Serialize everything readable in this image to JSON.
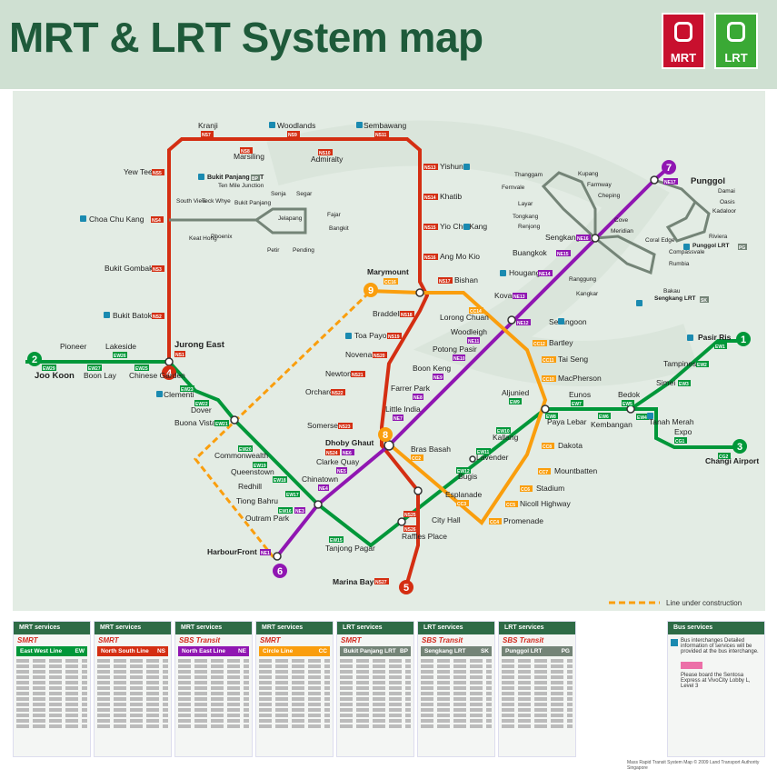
{
  "header": {
    "title": "MRT & LRT System map",
    "logo_mrt": "MRT",
    "logo_lrt": "LRT",
    "colors": {
      "mrt": "#c8102e",
      "lrt": "#3aa935",
      "band": "#cfe0d2"
    }
  },
  "lines": {
    "ew": {
      "color": "#009739"
    },
    "ns": {
      "color": "#d42e12"
    },
    "ne": {
      "color": "#9016b2"
    },
    "cc": {
      "color": "#fa9e0d"
    },
    "lrt": {
      "color": "#748477"
    }
  },
  "circles": {
    "c1": "1",
    "c2": "2",
    "c3": "3",
    "c4": "4",
    "c5": "5",
    "c6": "6",
    "c7": "7",
    "c8": "8",
    "c9": "9"
  },
  "labels": {
    "kranji": "Kranji",
    "kranji_c": "NS7",
    "woodlands": "Woodlands",
    "woodlands_c": "NS9",
    "sembawang": "Sembawang",
    "sembawang_c": "NS11",
    "marsiling": "Marsiling",
    "marsiling_c": "NS8",
    "admiralty": "Admiralty",
    "admiralty_c": "NS10",
    "yewtee": "Yew Tee",
    "yewtee_c": "NS5",
    "yishun": "Yishun",
    "yishun_c": "NS13",
    "khatib": "Khatib",
    "khatib_c": "NS14",
    "yiochukang": "Yio Chu Kang",
    "yiochukang_c": "NS15",
    "angmokio": "Ang Mo Kio",
    "angmokio_c": "NS16",
    "bishan": "Bishan",
    "bishan_c": "NS17",
    "braddell": "Braddell",
    "braddell_c": "NS18",
    "toapayoh": "Toa Payoh",
    "toapayoh_c": "NS19",
    "novena": "Novena",
    "novena_c": "NS20",
    "newton": "Newton",
    "newton_c": "NS21",
    "orchard": "Orchard",
    "orchard_c": "NS22",
    "somerset": "Somerset",
    "somerset_c": "NS23",
    "dhobyghaut": "Dhoby Ghaut",
    "dhobyghaut_c1": "NS24",
    "dhobyghaut_c2": "NE6",
    "cityhall": "City Hall",
    "cityhall_c": "NS25",
    "rafflesplace": "Raffles Place",
    "rafflesplace_c": "NS26",
    "marinabay": "Marina Bay",
    "marinabay_c": "NS27",
    "bukitgombak": "Bukit Gombak",
    "bukitgombak_c": "NS3",
    "bukitbatok": "Bukit Batok",
    "bukitbatok_c": "NS2",
    "choachukang": "Choa Chu Kang",
    "choachukang_c": "NS4",
    "jurongeast": "Jurong East",
    "jurongeast_c": "NS1",
    "bukitpanjang": "Bukit Panjang LRT",
    "bp": "BP",
    "southview": "South View",
    "teckwhye": "Teck Whye",
    "tenmile": "Ten Mile Junction",
    "bukitpanjangstn": "Bukit Panjang",
    "keathong": "Keat Hong",
    "phoenix": "Phoenix",
    "senja": "Senja",
    "segar": "Segar",
    "jelapang": "Jelapang",
    "fajar": "Fajar",
    "bangkit": "Bangkit",
    "petir": "Petir",
    "pending": "Pending",
    "pioneer": "Pioneer",
    "lakeside": "Lakeside",
    "lakeside_c": "EW26",
    "jookoon": "Joo Koon",
    "jookoon_c": "EW29",
    "boonlay": "Boon Lay",
    "boonlay_c": "EW27",
    "chinesegarden": "Chinese Garden",
    "chinesegarden_c": "EW25",
    "clementi": "Clementi",
    "clementi_c": "EW23",
    "dover": "Dover",
    "dover_c": "EW22",
    "buonavista": "Buona Vista",
    "buonavista_c": "EW21",
    "commonwealth": "Commonwealth",
    "commonwealth_c": "EW20",
    "queenstown": "Queenstown",
    "queenstown_c": "EW19",
    "redhill": "Redhill",
    "redhill_c": "EW18",
    "tiongbahru": "Tiong Bahru",
    "tiongbahru_c": "EW17",
    "outrampark": "Outram Park",
    "outrampark_c1": "EW16",
    "outrampark_c2": "NE3",
    "tanjongpagar": "Tanjong Pagar",
    "tanjongpagar_c": "EW15",
    "harbourfront": "HarbourFront",
    "harbourfront_c": "NE1",
    "chinatown": "Chinatown",
    "chinatown_c": "NE4",
    "clarkequay": "Clarke Quay",
    "clarkequay_c": "NE5",
    "littleindia": "Little India",
    "littleindia_c": "NE7",
    "farrerpark": "Farrer Park",
    "farrerpark_c": "NE8",
    "boonkeng": "Boon Keng",
    "boonkeng_c": "NE9",
    "potongpasir": "Potong Pasir",
    "potongpasir_c": "NE10",
    "woodleigh": "Woodleigh",
    "woodleigh_c": "NE11",
    "serangoon": "Serangoon",
    "serangoon_c": "NE12",
    "kovan": "Kovan",
    "kovan_c": "NE13",
    "hougang": "Hougang",
    "hougang_c": "NE14",
    "buangkok": "Buangkok",
    "buangkok_c": "NE15",
    "sengkang": "Sengkang",
    "sengkang_c": "NE16",
    "punggol": "Punggol",
    "punggol_c": "NE17",
    "marymount": "Marymount",
    "marymount_c": "CC16",
    "lorongchuan": "Lorong Chuan",
    "lorongchuan_c": "CC14",
    "bartley": "Bartley",
    "bartley_c": "CC12",
    "taiseng": "Tai Seng",
    "taiseng_c": "CC11",
    "macpherson": "MacPherson",
    "macpherson_c": "CC10",
    "dakota": "Dakota",
    "dakota_c": "CC8",
    "mountbatten": "Mountbatten",
    "mountbatten_c": "CC7",
    "stadium": "Stadium",
    "stadium_c": "CC6",
    "nicollhighway": "Nicoll Highway",
    "nicollhighway_c": "CC5",
    "promenade": "Promenade",
    "promenade_c": "CC4",
    "esplanade": "Esplanade",
    "esplanade_c": "CC3",
    "brasbasah": "Bras Basah",
    "brasbasah_c": "CC2",
    "bugis": "Bugis",
    "bugis_c": "EW12",
    "lavender": "Lavender",
    "lavender_c": "EW11",
    "kallang": "Kallang",
    "kallang_c": "EW10",
    "aljunied": "Aljunied",
    "aljunied_c": "EW9",
    "payalebar": "Paya Lebar",
    "payalebar_c": "EW8",
    "eunos": "Eunos",
    "eunos_c": "EW7",
    "kembangan": "Kembangan",
    "kembangan_c": "EW6",
    "bedok": "Bedok",
    "bedok_c": "EW5",
    "tanahmerah": "Tanah Merah",
    "tanahmerah_c": "EW4",
    "simei": "Simei",
    "simei_c": "EW3",
    "tampines": "Tampines",
    "tampines_c": "EW2",
    "pasirris": "Pasir Ris",
    "pasirris_c": "EW1",
    "expo": "Expo",
    "expo_c": "CG1",
    "changiairport": "Changi Airport",
    "changiairport_c": "CG2",
    "sengkanglrt": "Sengkang LRT",
    "sk": "SK",
    "punggollrt": "Punggol LRT",
    "pg": "PG",
    "thanggam": "Thanggam",
    "fernvale": "Fernvale",
    "layar": "Layar",
    "tongkang": "Tongkang",
    "renjong": "Renjong",
    "cheping": "Cheping",
    "farmway": "Farmway",
    "kupang": "Kupang",
    "ranggung": "Ranggung",
    "kangkar": "Kangkar",
    "bakau": "Bakau",
    "rumbia": "Rumbia",
    "compassvale": "Compassvale",
    "cove": "Cove",
    "meridian": "Meridian",
    "coraledge": "Coral Edge",
    "riviera": "Riviera",
    "kadaloor": "Kadaloor",
    "oasis": "Oasis",
    "damai": "Damai",
    "underconstruction": "Line under construction"
  },
  "legend": {
    "panels": [
      {
        "head": "MRT services",
        "op": "SMRT",
        "line": "East West Line",
        "code": "EW",
        "color": "#009739"
      },
      {
        "head": "MRT services",
        "op": "SMRT",
        "line": "North South Line",
        "code": "NS",
        "color": "#d42e12"
      },
      {
        "head": "MRT services",
        "op": "SBS Transit",
        "line": "North East Line",
        "code": "NE",
        "color": "#9016b2"
      },
      {
        "head": "MRT services",
        "op": "SMRT",
        "line": "Circle Line",
        "code": "CC",
        "color": "#fa9e0d"
      },
      {
        "head": "LRT services",
        "op": "SMRT",
        "line": "Bukit Panjang LRT",
        "code": "BP",
        "color": "#748477"
      },
      {
        "head": "LRT services",
        "op": "SBS Transit",
        "line": "Sengkang LRT",
        "code": "SK",
        "color": "#748477"
      },
      {
        "head": "LRT services",
        "op": "SBS Transit",
        "line": "Punggol LRT",
        "code": "PG",
        "color": "#748477"
      }
    ],
    "bus_head": "Bus services",
    "bus_text": "Bus interchanges Detailed information of services will be provided at the bus interchange.",
    "sentosa_text": "Please board the Sentosa Express at VivoCity Lobby L, Level 3",
    "footer": "Mass Rapid Transit System Map © 2009 Land Transport Authority Singapore"
  }
}
